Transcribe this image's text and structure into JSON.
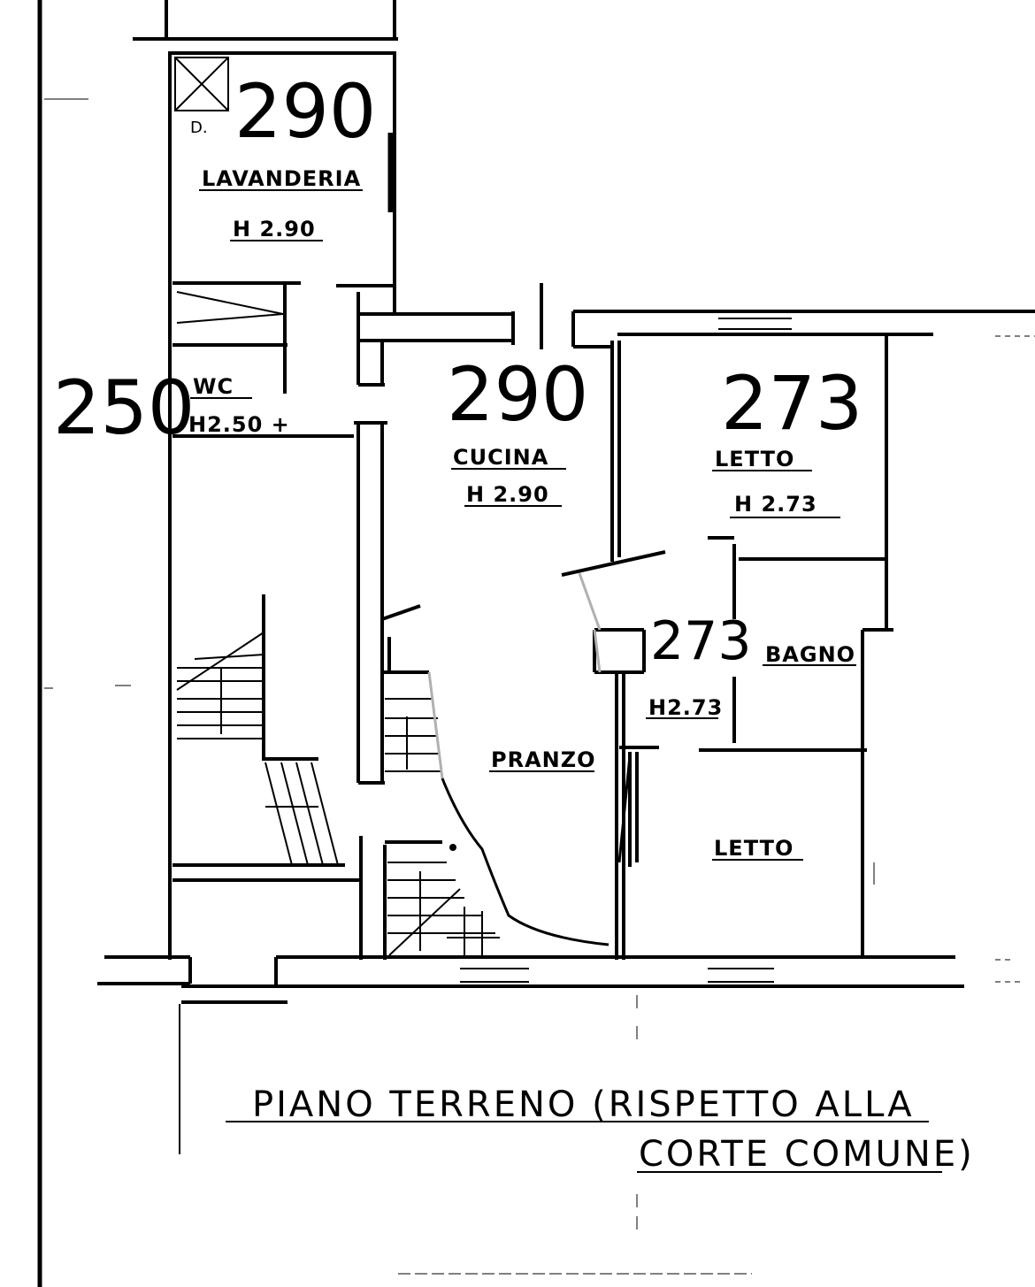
{
  "rooms": {
    "lavanderia": {
      "number": "290",
      "name": "LAVANDERIA",
      "height": "H 2.90",
      "door_mark": "D."
    },
    "wc": {
      "number": "250",
      "name": "WC",
      "height": "H2.50 +"
    },
    "cucina": {
      "number": "290",
      "name": "CUCINA",
      "height": "H 2.90"
    },
    "letto_1": {
      "number": "273",
      "name": "LETTO",
      "height": "H 2.73"
    },
    "disimpegno": {
      "number": "273",
      "height": "H2.73"
    },
    "bagno": {
      "name": "BAGNO"
    },
    "pranzo": {
      "name": "PRANZO"
    },
    "letto_2": {
      "name": "LETTO"
    }
  },
  "caption": {
    "line1": "PIANO TERRENO (RISPETTO ALLA",
    "line2": "CORTE COMUNE)"
  },
  "colors": {
    "ink": "#000000",
    "paper": "#ffffff",
    "door_swing": "#b0b0b0"
  }
}
